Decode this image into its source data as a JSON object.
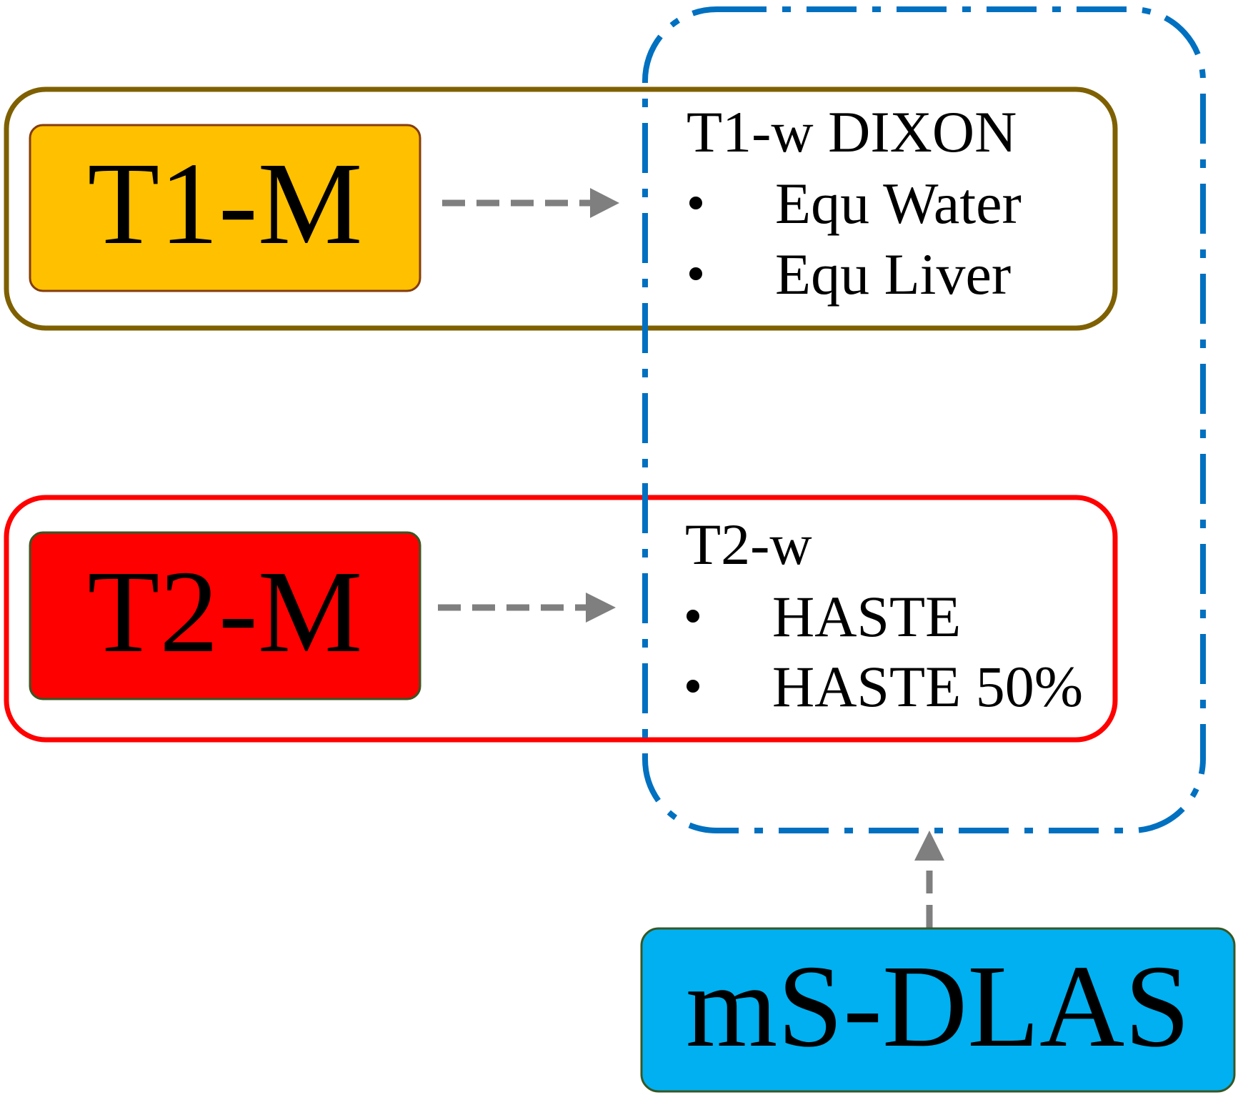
{
  "colors": {
    "t1_box_fill": "#ffc000",
    "t1_box_stroke": "#843c0c",
    "t1_group_stroke": "#7f6000",
    "t2_box_fill": "#ff0000",
    "t2_box_stroke": "#385723",
    "t2_group_stroke": "#ff0000",
    "model_box_fill": "#00b0f0",
    "model_box_stroke": "#385723",
    "dashdot_stroke": "#0070c0",
    "arrow": "#7f7f7f"
  },
  "t1_group": {
    "label": "T1-M",
    "heading": "T1-w DIXON",
    "items": [
      "Equ Water",
      "Equ Liver"
    ]
  },
  "t2_group": {
    "label": "T2-M",
    "heading": "T2-w",
    "items": [
      "HASTE",
      "HASTE 50%"
    ]
  },
  "model": {
    "label": "mS-DLAS"
  }
}
